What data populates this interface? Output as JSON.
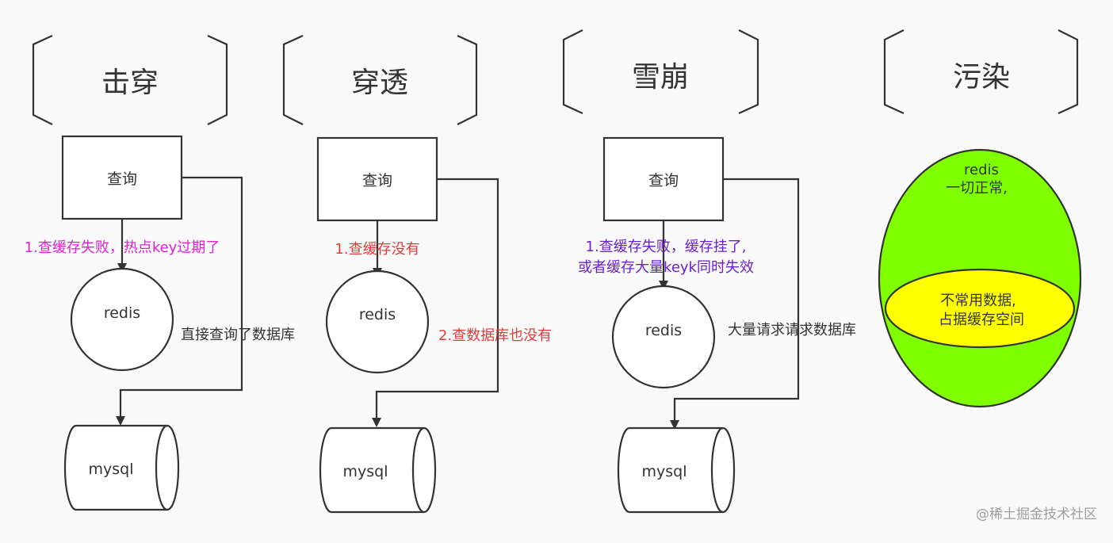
{
  "colors": {
    "stroke": "#333333",
    "magenta": "#e020d6",
    "red": "#e33a3a",
    "purple": "#6a1fd1",
    "text": "#333333",
    "green": "#7fff00",
    "yellow": "#ffff00"
  },
  "columns": {
    "breakdown": {
      "title": "击穿",
      "query": "查询",
      "step1": "1.查缓存失败，热点key过期了",
      "redis": "redis",
      "side_note": "直接查询了数据库",
      "mysql": "mysql"
    },
    "penetration": {
      "title": "穿透",
      "query": "查询",
      "step1": "1.查缓存没有",
      "redis": "redis",
      "side_note": "2.查数据库也没有",
      "mysql": "mysql"
    },
    "avalanche": {
      "title": "雪崩",
      "query": "查询",
      "step1_line1": "1.查缓存失败，缓存挂了,",
      "step1_line2": "或者缓存大量keyk同时失效",
      "redis": "redis",
      "side_note": "大量请求请求数据库",
      "mysql": "mysql"
    },
    "pollution": {
      "title": "污染",
      "outer_line1": "redis",
      "outer_line2": "一切正常,",
      "inner_line1": "不常用数据,",
      "inner_line2": "占据缓存空间"
    }
  },
  "watermark": "@稀土掘金技术社区"
}
